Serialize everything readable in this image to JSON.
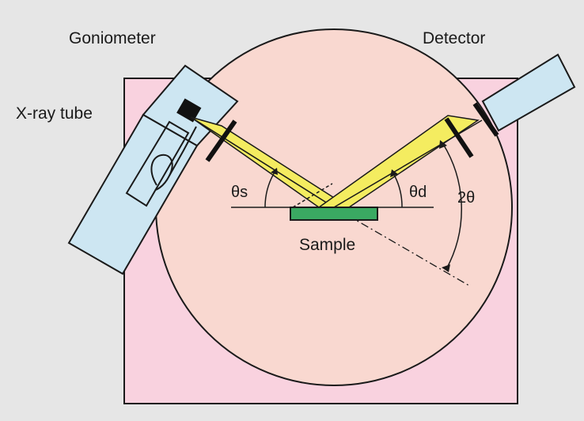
{
  "labels": {
    "goniometer": "Goniometer",
    "detector": "Detector",
    "xray_tube": "X-ray tube",
    "theta_s": "θs",
    "theta_d": "θd",
    "two_theta": "2θ",
    "sample": "Sample"
  },
  "colors": {
    "background": "#e6e6e6",
    "base_plate": "#f9d2df",
    "goniometer_circle": "#f9d8d0",
    "tube_housing": "#cde6f2",
    "beam": "#f4ec60",
    "sample": "#3aa962",
    "outline": "#1a1a1a"
  }
}
